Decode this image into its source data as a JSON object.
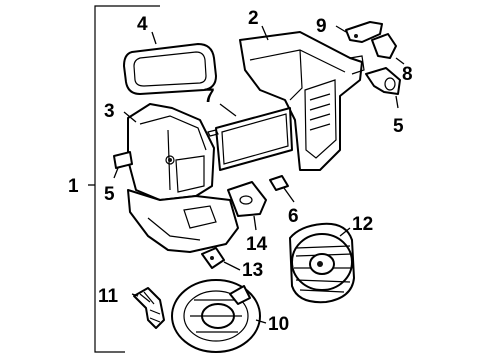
{
  "diagram": {
    "callouts": [
      {
        "id": "1",
        "text": "1"
      },
      {
        "id": "2",
        "text": "2"
      },
      {
        "id": "3",
        "text": "3"
      },
      {
        "id": "4",
        "text": "4"
      },
      {
        "id": "5a",
        "text": "5"
      },
      {
        "id": "5b",
        "text": "5"
      },
      {
        "id": "6",
        "text": "6"
      },
      {
        "id": "7",
        "text": "7"
      },
      {
        "id": "8",
        "text": "8"
      },
      {
        "id": "9",
        "text": "9"
      },
      {
        "id": "10",
        "text": "10"
      },
      {
        "id": "11",
        "text": "11"
      },
      {
        "id": "12",
        "text": "12"
      },
      {
        "id": "13",
        "text": "13"
      },
      {
        "id": "14",
        "text": "14"
      }
    ]
  }
}
